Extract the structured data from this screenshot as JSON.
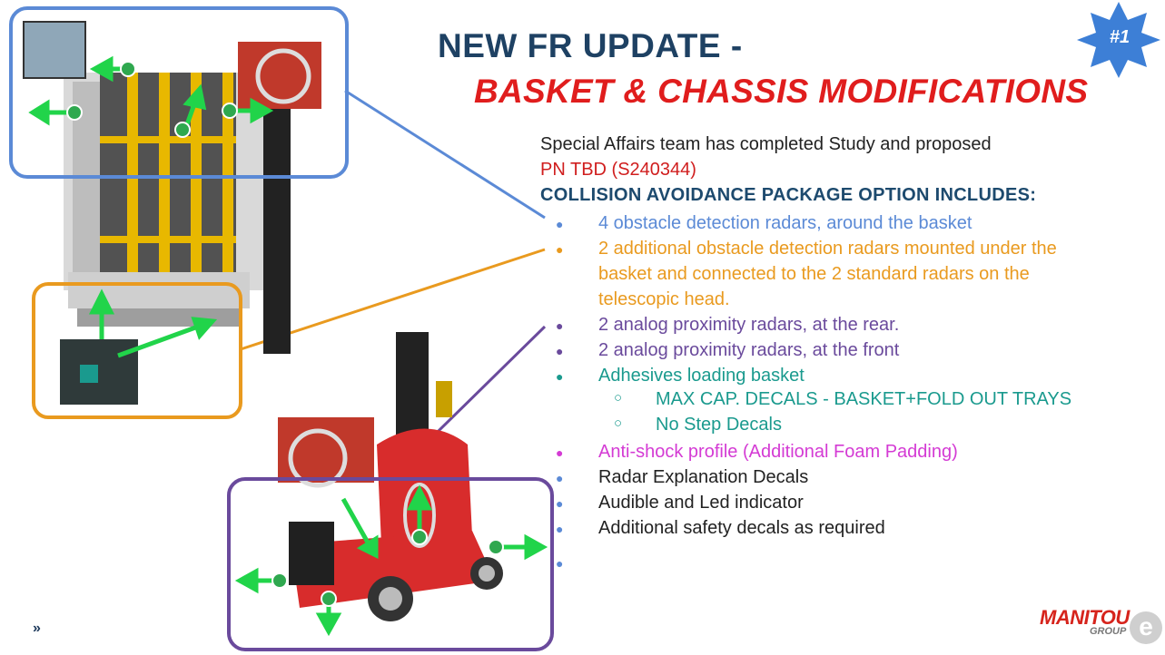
{
  "badge": "#1",
  "title": {
    "line1": "NEW FR UPDATE -",
    "line2": "BASKET & CHASSIS MODIFICATIONS"
  },
  "intro": "Special Affairs team has completed Study and proposed",
  "pn": "PN TBD (S240344)",
  "package_heading": "COLLISION AVOIDANCE PACKAGE OPTION INCLUDES:",
  "bullets": [
    {
      "text": "4 obstacle detection radars, around the basket"
    },
    {
      "line1": "2 additional obstacle detection radars mounted under the",
      "line2": "basket and connected to the 2 standard radars on the",
      "line3": "telescopic head."
    },
    {
      "text": "2 analog proximity radars, at the rear."
    },
    {
      "text": "2 analog proximity radars, at the front"
    },
    {
      "text": "Adhesives loading basket"
    },
    {
      "text": "Anti-shock profile (Additional Foam Padding)"
    },
    {
      "text": "Radar Explanation Decals"
    },
    {
      "text": "Audible and Led indicator"
    },
    {
      "text": "Additional safety decals as required"
    }
  ],
  "sub_bullets": [
    {
      "marker": "○",
      "text": "MAX CAP. DECALS - BASKET+FOLD OUT TRAYS"
    },
    {
      "marker": "○",
      "text": "No Step Decals"
    }
  ],
  "bullet_marker": "●",
  "logo": {
    "brand": "MANITOU",
    "group": "GROUP"
  },
  "corner_mark": "e",
  "nav_chevron": "»",
  "colors": {
    "blue": "#5b8ad6",
    "orange": "#e99a1f",
    "purple": "#6a4a9c",
    "teal": "#1a9a8e",
    "magenta": "#d43bd4",
    "green": "#21d44a",
    "red": "#e01d1d",
    "navy": "#1e4163"
  }
}
